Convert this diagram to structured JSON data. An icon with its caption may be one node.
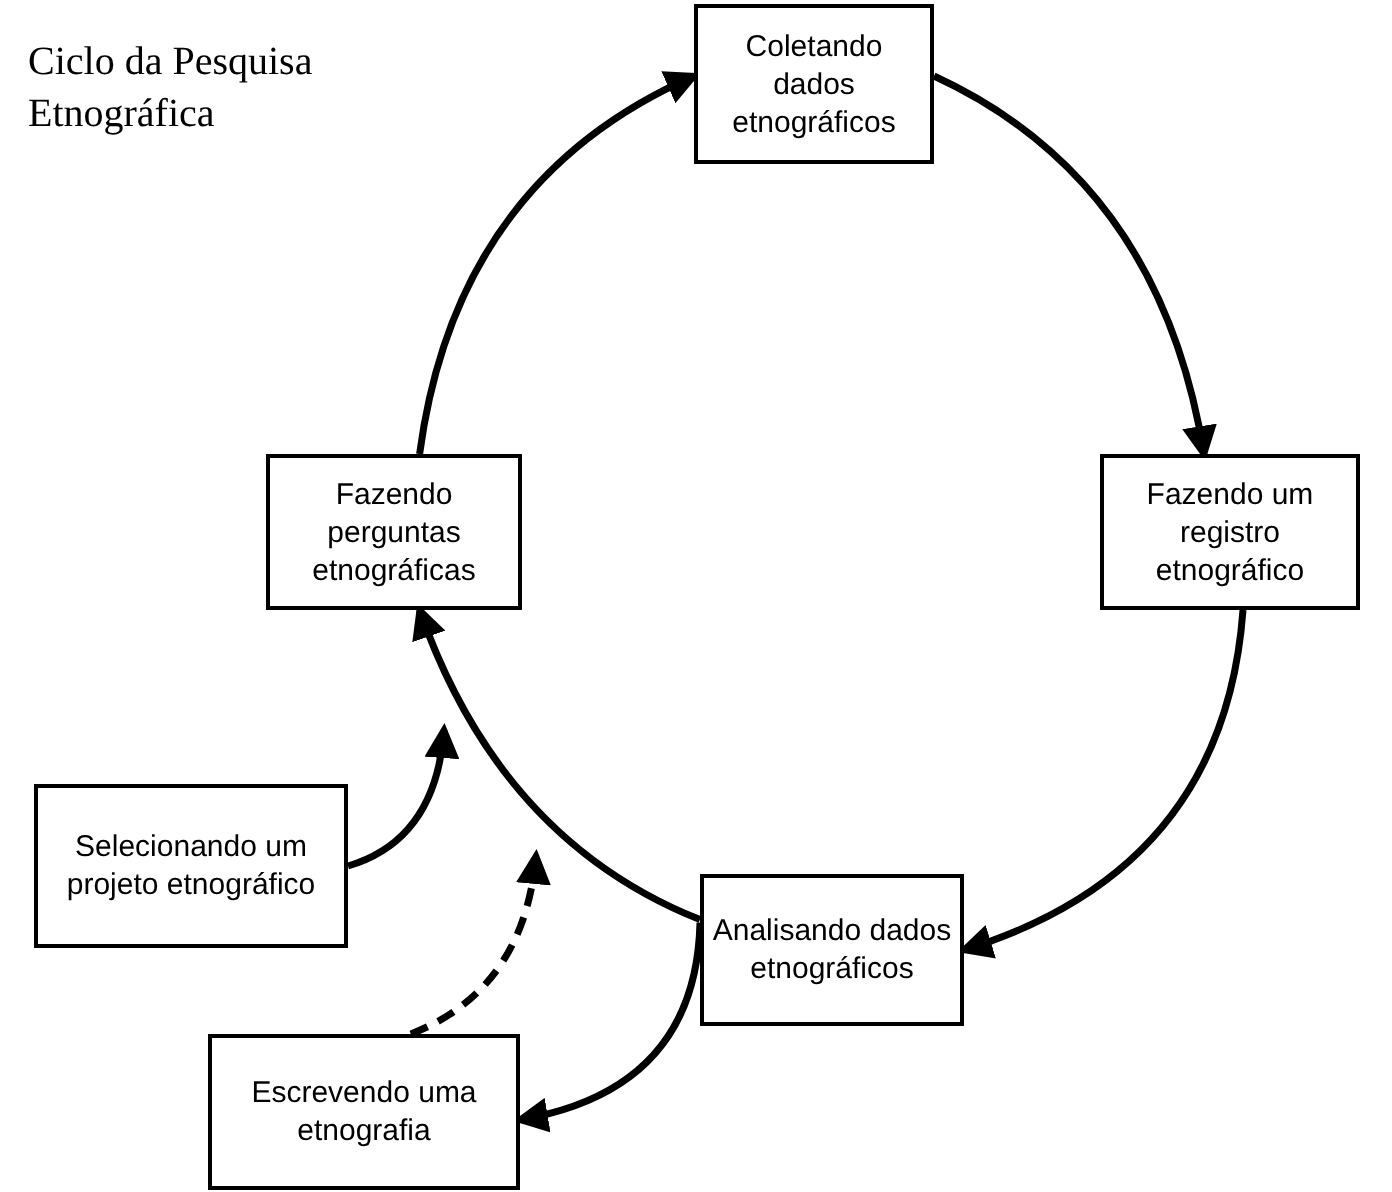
{
  "diagram": {
    "title": "Ciclo da Pesquisa Etnográfica",
    "nodes": [
      {
        "text": [
          "Coletando dados etnográficos"
        ]
      },
      {
        "text": [
          "Fazendo um registro etnográfico"
        ]
      },
      {
        "text": [
          "Analisando dados etnográficos"
        ]
      },
      {
        "text": [
          "Fazendo perguntas etnográficas"
        ]
      },
      {
        "text": [
          "Selecionando um projeto etnográfico"
        ]
      },
      {
        "text": [
          "Escrevendo uma etnografia"
        ]
      }
    ],
    "edges": [
      {
        "from": 3,
        "to": 0,
        "arrow": "to"
      },
      {
        "from": 0,
        "to": 1,
        "arrow": "to"
      },
      {
        "from": 1,
        "to": 2,
        "arrow": "to"
      },
      {
        "from": 2,
        "to": 3,
        "arrow": "to"
      },
      {
        "from": 4,
        "to": null,
        "arrow": "to"
      },
      {
        "from": 5,
        "to": null,
        "arrow": "to",
        "style": "dashed"
      },
      {
        "from": 2,
        "to": 5,
        "arrow": "to"
      }
    ]
  }
}
